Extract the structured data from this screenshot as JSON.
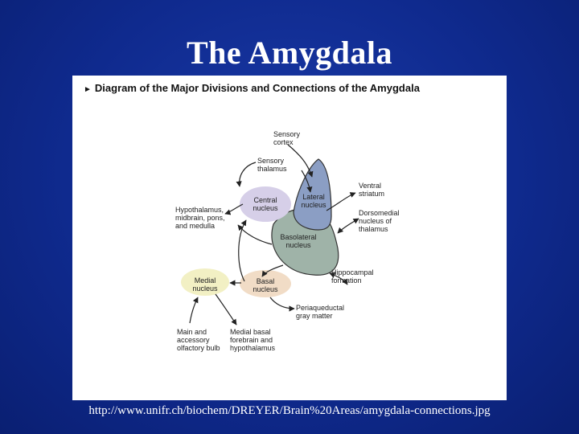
{
  "slide": {
    "title": "The Amygdala",
    "source_url": "http://www.unifr.ch/biochem/DREYER/Brain%20Areas/amygdala-connections.jpg"
  },
  "diagram": {
    "heading": "Diagram of the Major Divisions and Connections of the Amygdala",
    "heading_marker": "►",
    "nodes": {
      "sensory_cortex": "Sensory\ncortex",
      "sensory_thalamus": "Sensory\nthalamus",
      "central_nucleus": "Central\nnucleus",
      "lateral_nucleus": "Lateral\nnucleus",
      "basolateral_nucleus": "Basolateral\nnucleus",
      "medial_nucleus": "Medial\nnucleus",
      "basal_nucleus": "Basal\nnucleus",
      "hypothalamus": "Hypothalamus,\nmidbrain, pons,\nand medulla",
      "ventral_striatum": "Ventral\nstriatum",
      "dorsomedial_thalamus": "Dorsomedial\nnucleus of\nthalamus",
      "hippocampal_formation": "Hippocampal\nformation",
      "periaqueductal": "Periaqueductal\ngray matter",
      "olfactory_bulb": "Main and\naccessory\nolfactory bulb",
      "medial_basal_forebrain": "Medial basal\nforebrain and\nhypothalamus"
    },
    "colors": {
      "lateral": "#8b9ec4",
      "basolateral": "#9fb3a8",
      "central": "#d6cfe8",
      "medial": "#f2f0c4",
      "basal": "#f1dcc6",
      "page_background": "#1232a0"
    }
  }
}
